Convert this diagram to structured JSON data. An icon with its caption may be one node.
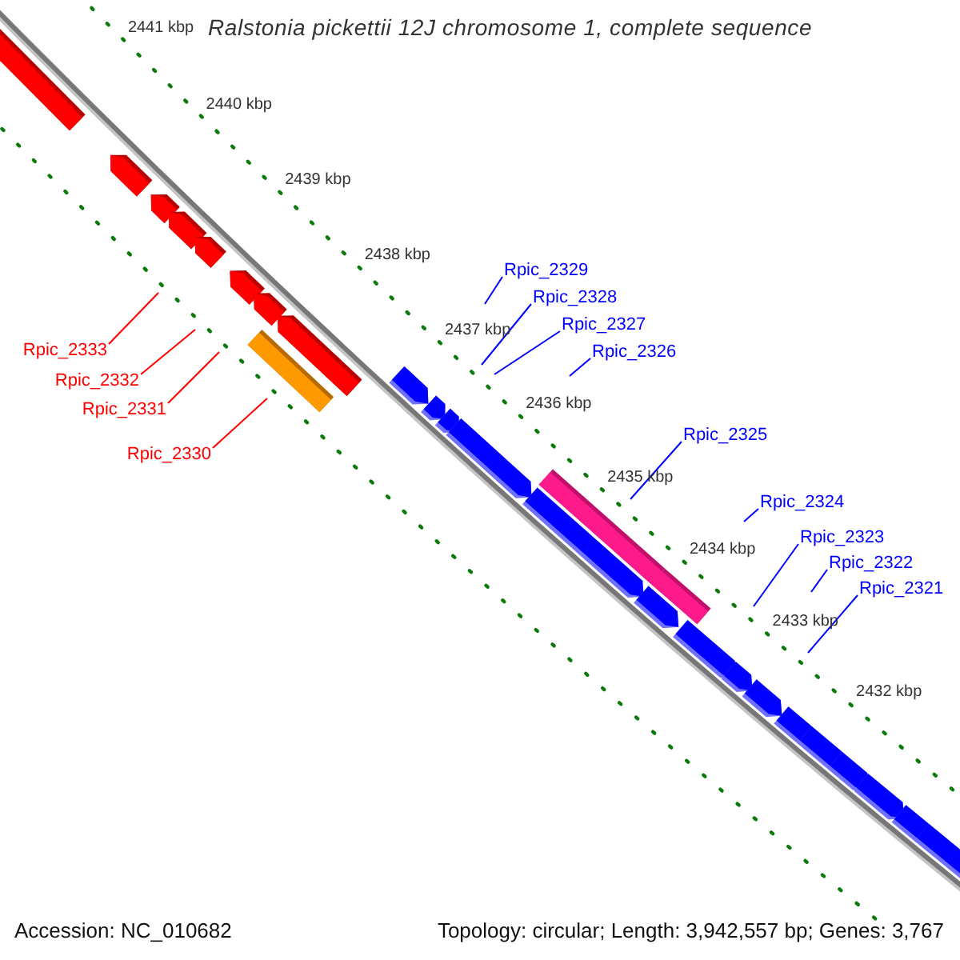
{
  "diagram": {
    "title": "Ralstonia pickettii 12J chromosome 1, complete sequence",
    "nodes": [
      {
        "text": [
          "Rpic_2333"
        ]
      },
      {
        "text": [
          "Rpic_2332"
        ]
      },
      {
        "text": [
          "Rpic_2331"
        ]
      },
      {
        "text": [
          "Rpic_2330"
        ]
      },
      {
        "text": [
          "Rpic_2329"
        ]
      },
      {
        "text": [
          "Rpic_2328"
        ]
      },
      {
        "text": [
          "Rpic_2327"
        ]
      },
      {
        "text": [
          "Rpic_2326"
        ]
      },
      {
        "text": [
          "Rpic_2325"
        ]
      },
      {
        "text": [
          "Rpic_2324"
        ]
      },
      {
        "text": [
          "Rpic_2323"
        ]
      },
      {
        "text": [
          "Rpic_2322"
        ]
      },
      {
        "text": [
          "Rpic_2321"
        ]
      }
    ],
    "edges": [
      {
        "from": 0,
        "to": null,
        "arrow": "none",
        "color": "#ff0000"
      },
      {
        "from": 1,
        "to": null,
        "arrow": "none",
        "color": "#ff0000"
      },
      {
        "from": 2,
        "to": null,
        "arrow": "none",
        "color": "#ff0000"
      },
      {
        "from": 3,
        "to": null,
        "arrow": "none",
        "color": "#ff0000"
      },
      {
        "from": 4,
        "to": null,
        "arrow": "none"
      },
      {
        "from": 5,
        "to": null,
        "arrow": "none"
      },
      {
        "from": 6,
        "to": null,
        "arrow": "none"
      },
      {
        "from": 7,
        "to": null,
        "arrow": "none"
      },
      {
        "from": 8,
        "to": null,
        "arrow": "none"
      },
      {
        "from": 9,
        "to": null,
        "arrow": "none"
      },
      {
        "from": 10,
        "to": null,
        "arrow": "none"
      },
      {
        "from": 11,
        "to": null,
        "arrow": "none"
      },
      {
        "from": 12,
        "to": null,
        "arrow": "none"
      }
    ],
    "labels": [
      "2441 kbp",
      "2440 kbp",
      "2439 kbp",
      "2438 kbp",
      "2437 kbp",
      "2436 kbp",
      "2435 kbp",
      "2434 kbp",
      "2433 kbp",
      "2432 kbp",
      "Accession: NC_010682",
      "Topology: circular; Length: 3,942,557 bp; Genes: 3,767"
    ]
  }
}
